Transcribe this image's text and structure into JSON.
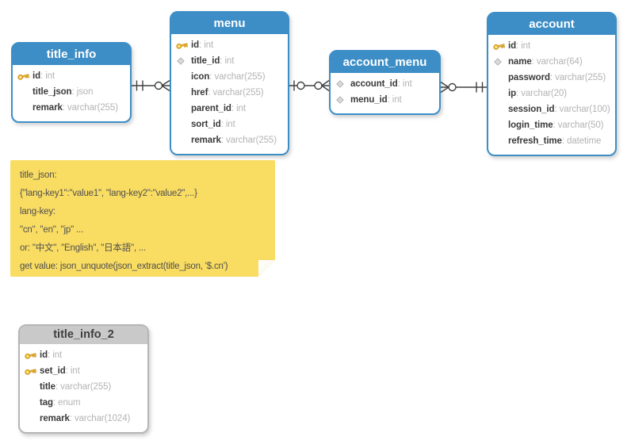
{
  "tables": [
    {
      "name": "title_info",
      "header_style": "blue",
      "fields": [
        {
          "icon": "key",
          "name": "id",
          "type": "int"
        },
        {
          "icon": "none",
          "name": "title_json",
          "type": "json"
        },
        {
          "icon": "none",
          "name": "remark",
          "type": "varchar(255)"
        }
      ]
    },
    {
      "name": "menu",
      "header_style": "blue",
      "fields": [
        {
          "icon": "key",
          "name": "id",
          "type": "int"
        },
        {
          "icon": "diamond",
          "name": "title_id",
          "type": "int"
        },
        {
          "icon": "none",
          "name": "icon",
          "type": "varchar(255)"
        },
        {
          "icon": "none",
          "name": "href",
          "type": "varchar(255)"
        },
        {
          "icon": "none",
          "name": "parent_id",
          "type": "int"
        },
        {
          "icon": "none",
          "name": "sort_id",
          "type": "int"
        },
        {
          "icon": "none",
          "name": "remark",
          "type": "varchar(255)"
        }
      ]
    },
    {
      "name": "account_menu",
      "header_style": "blue",
      "fields": [
        {
          "icon": "diamond",
          "name": "account_id",
          "type": "int"
        },
        {
          "icon": "diamond",
          "name": "menu_id",
          "type": "int"
        }
      ]
    },
    {
      "name": "account",
      "header_style": "blue",
      "fields": [
        {
          "icon": "key",
          "name": "id",
          "type": "int"
        },
        {
          "icon": "diamond",
          "name": "name",
          "type": "varchar(64)"
        },
        {
          "icon": "none",
          "name": "password",
          "type": "varchar(255)"
        },
        {
          "icon": "none",
          "name": "ip",
          "type": "varchar(20)"
        },
        {
          "icon": "none",
          "name": "session_id",
          "type": "varchar(100)"
        },
        {
          "icon": "none",
          "name": "login_time",
          "type": "varchar(50)"
        },
        {
          "icon": "none",
          "name": "refresh_time",
          "type": "datetime"
        }
      ]
    },
    {
      "name": "title_info_2",
      "header_style": "gray",
      "fields": [
        {
          "icon": "key",
          "name": "id",
          "type": "int"
        },
        {
          "icon": "key",
          "name": "set_id",
          "type": "int"
        },
        {
          "icon": "none",
          "name": "title",
          "type": "varchar(255)"
        },
        {
          "icon": "none",
          "name": "tag",
          "type": "enum"
        },
        {
          "icon": "none",
          "name": "remark",
          "type": "varchar(1024)"
        }
      ]
    }
  ],
  "relationships": [
    {
      "from": "title_info",
      "from_cardinality": "exactly-one",
      "to": "menu",
      "to_cardinality": "zero-or-many"
    },
    {
      "from": "menu",
      "from_cardinality": "zero-or-one",
      "to": "account_menu",
      "to_cardinality": "zero-or-many"
    },
    {
      "from": "account_menu",
      "from_cardinality": "zero-or-many",
      "to": "account",
      "to_cardinality": "exactly-one"
    }
  ],
  "note": {
    "lines": [
      "title_json:",
      "{\"lang-key1\":\"value1\", \"lang-key2\":\"value2\",...}",
      "lang-key:",
      "\"cn\", \"en\", \"jp\" ...",
      "or: \"中文\", \"English\", \"日本語\", ...",
      "get value: json_unquote(json_extract(title_json, '$.cn')"
    ]
  },
  "colors": {
    "table_header_blue": "#3d8ec6",
    "table_header_gray": "#c9c9c9",
    "note_yellow": "#f9dc62",
    "field_name_text": "#3a3a3a",
    "field_type_text": "#b3b3b3",
    "connector_line": "#404040",
    "key_icon_gold": "#f6c83d",
    "diamond_icon_gray": "#dcdcdc"
  }
}
